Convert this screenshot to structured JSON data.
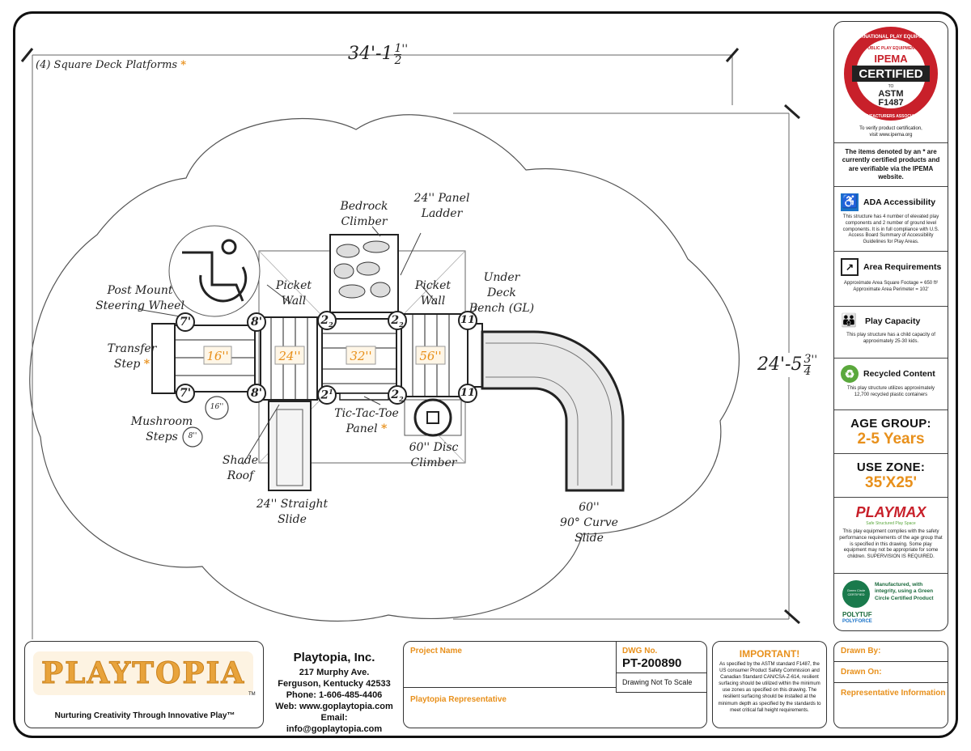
{
  "dimensions": {
    "width_a": "34'-1",
    "width_frac_num": "1",
    "width_frac_den": "2",
    "width_inch": "''",
    "height_a": "24'-5",
    "height_frac_num": "3",
    "height_frac_den": "4",
    "height_inch": "''"
  },
  "deck_note": "(4) Square Deck Platforms",
  "labels": {
    "post_mount": [
      "Post Mount",
      "Steering Wheel"
    ],
    "transfer": [
      "Transfer",
      "Step"
    ],
    "mushroom": [
      "Mushroom",
      "Steps"
    ],
    "shade": [
      "Shade",
      "Roof"
    ],
    "straight_slide": [
      "24'' Straight",
      "Slide"
    ],
    "picket_left": [
      "Picket",
      "Wall"
    ],
    "picket_right": [
      "Picket",
      "Wall"
    ],
    "bedrock": [
      "Bedrock",
      "Climber"
    ],
    "panel_ladder": [
      "24'' Panel",
      "Ladder"
    ],
    "under_deck": [
      "Under Deck",
      "Bench (GL)"
    ],
    "tic_tac": [
      "Tic-Tac-Toe",
      "Panel"
    ],
    "disc": [
      "60'' Disc",
      "Climber"
    ],
    "curve_slide": [
      "60''",
      "90° Curve",
      "Slide"
    ]
  },
  "deck_heights": [
    "16''",
    "24''",
    "32''",
    "56''"
  ],
  "post_heights": {
    "p7a": "7'",
    "p7b": "7'",
    "p8a": "8'",
    "p8b": "8'",
    "p2a": "2",
    "p2b": "2",
    "p2c": "2",
    "p2d": "2",
    "p11a": "11",
    "p11b": "11",
    "mush16": "16''",
    "mush8": "8''"
  },
  "post_sub": {
    "half": "1",
    "half2": "2"
  },
  "sidebar": {
    "ipema": {
      "top": "INTERNATIONAL PLAY EQUIPMENT",
      "pub": "PUBLIC PLAY EQUIPMENT",
      "brand": "IPEMA",
      "cert": "CERTIFIED",
      "to": "TO",
      "astm": "ASTM",
      "std": "F1487",
      "bottom": "MANUFACTURERS ASSOCIATION",
      "verify": "To verify product certification,",
      "url": "visit www.ipema.org"
    },
    "denoted": "The items denoted by an * are currently certified products and are verifiable via the IPEMA website.",
    "ada": {
      "title": "ADA Accessibility",
      "text": "This structure has 4 number of elevated play components and 2 number of ground level components. It is in full compliance with U.S. Access Board Summary of Accessibility Guidelines for Play Areas."
    },
    "area": {
      "title": "Area Requirements",
      "line1": "Approximate Area Square Footage = 650 ft²",
      "line2": "Approximate Area Perimeter = 102'"
    },
    "capacity": {
      "title": "Play Capacity",
      "text": "This play structure has a child capacity of approximately 25-30 kids."
    },
    "recycled": {
      "title": "Recycled Content",
      "text": "This play structure utilizes approximately 12,700 recycled plastic containers"
    },
    "age": {
      "title": "AGE GROUP:",
      "value": "2-5 Years"
    },
    "zone": {
      "title": "USE ZONE:",
      "value": "35'X25'"
    },
    "playmax": {
      "logo": "PLAYMAX",
      "tagline": "Safe Structured Play Space",
      "text": "This play equipment complies with the safety performance requirements of the age group that is specified in this drawing. Some play equipment may not be appropriate for some children. SUPERVISION IS REQUIRED."
    },
    "green": {
      "text": "Manufactured, with integrity, using a Green Circle Certified Product",
      "badge_top": "Green Circle",
      "badge_bottom": "CERTIFIED",
      "poly": "POLYTUF",
      "force": "POLYFORCE"
    }
  },
  "footer": {
    "logo": "PLAYTOPIA",
    "logo_tm": "TM",
    "tagline": "Nurturing Creativity Through Innovative Play™",
    "company": "Playtopia, Inc.",
    "address": "217 Murphy Ave.",
    "city": "Ferguson, Kentucky 42533",
    "phone": "Phone: 1-606-485-4406",
    "web": "Web: www.goplaytopia.com",
    "email": "Email: info@goplaytopia.com",
    "project_name": "Project Name",
    "rep": "Playtopia Representative",
    "dwg_label": "DWG No.",
    "dwg_no": "PT-200890",
    "scale": "Drawing Not To Scale",
    "important_title": "IMPORTANT!",
    "important_text": "As specified by the ASTM standard F1487, the US consumer Product Safety Commission and Canadian Standard CAN/CSA-Z-614, resilient surfacing should be utilized within the minimum use zones as specified on this drawing. The resilient surfacing should be installed at the minimum depth as specified by the standards to meet critical fall height requirements.",
    "drawn_by": "Drawn By:",
    "drawn_on": "Drawn On:",
    "rep_info": "Representative Information"
  },
  "colors": {
    "accent": "#e8901b",
    "ipema_red": "#c8202a",
    "ada_blue": "#1a73c8",
    "green": "#5aa83c",
    "orange": "#f08a1c"
  }
}
